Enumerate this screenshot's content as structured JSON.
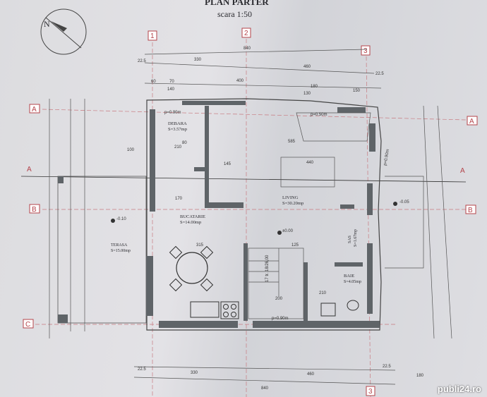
{
  "title": "PLAN PARTER",
  "scale": "scara 1:50",
  "axes_columns": [
    "1",
    "2",
    "3"
  ],
  "axes_rows": [
    "A",
    "B",
    "C"
  ],
  "section_mark": "A",
  "rooms": [
    {
      "name": "DEBARA",
      "area": "S=3.57mp"
    },
    {
      "name": "BUCATARIE",
      "area": "S=14.00mp"
    },
    {
      "name": "LIVING",
      "area": "S=30.20mp"
    },
    {
      "name": "TERASA",
      "area": "S=15.00mp"
    },
    {
      "name": "BAIE",
      "area": "S=4.05mp"
    },
    {
      "name": "SAS",
      "area": "S=1.67mp"
    }
  ],
  "levels": [
    "-0.10",
    "±0.00",
    "-0.05"
  ],
  "sill_notes": [
    "p=0.90m",
    "p=0.50m",
    "p=0.90m",
    "p=0.90m"
  ],
  "stair_note": "17 tr. 18/26,00",
  "dims_top": [
    "840",
    "330",
    "460",
    "22.5",
    "22.5"
  ],
  "dims_top_inner": [
    "60",
    "70",
    "140",
    "400",
    "180",
    "130",
    "150"
  ],
  "dims_bottom": [
    "22.5",
    "330",
    "460",
    "22.5",
    "840",
    "180"
  ],
  "dims_inner": [
    "210",
    "145",
    "440",
    "585",
    "170",
    "315",
    "125",
    "200",
    "100",
    "80",
    "210"
  ],
  "watermark": "publi24.ro"
}
